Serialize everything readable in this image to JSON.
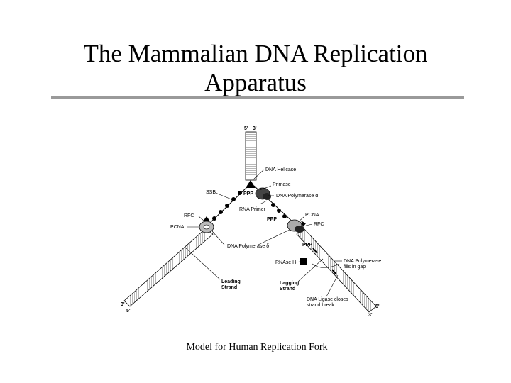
{
  "slide": {
    "title_line1": "The Mammalian DNA Replication",
    "title_line2": "Apparatus"
  },
  "diagram": {
    "top_5prime": "5'",
    "top_3prime": "3'",
    "labels": {
      "dna_helicase": "DNA Helicase",
      "primase": "Primase",
      "ssb": "SSB",
      "ppp_top": "PPP",
      "dna_polymerase_alpha": "DNA Polymerase α",
      "rna_primer": "RNA Primer",
      "rfc_left": "RFC",
      "pcna_left": "PCNA",
      "ppp_mid": "PPP",
      "pcna_right": "PCNA",
      "rfc_right": "RFC",
      "dna_polymerase_delta": "DNA Polymerase δ",
      "ppp_low": "PPP",
      "rnase_h": "RNAse H",
      "dna_polymerase_fills_1": "DNA Polymerase",
      "dna_polymerase_fills_2": "fills in gap",
      "leading_strand_1": "Leading",
      "leading_strand_2": "Strand",
      "lagging_strand_1": "Lagging",
      "lagging_strand_2": "Strand",
      "ligase_1": "DNA Ligase closes",
      "ligase_2": "strand break",
      "left_3prime": "3'",
      "left_5prime": "5'",
      "right_5prime": "5'",
      "right_3prime": "3'"
    }
  },
  "caption": "Model for Human Replication Fork"
}
